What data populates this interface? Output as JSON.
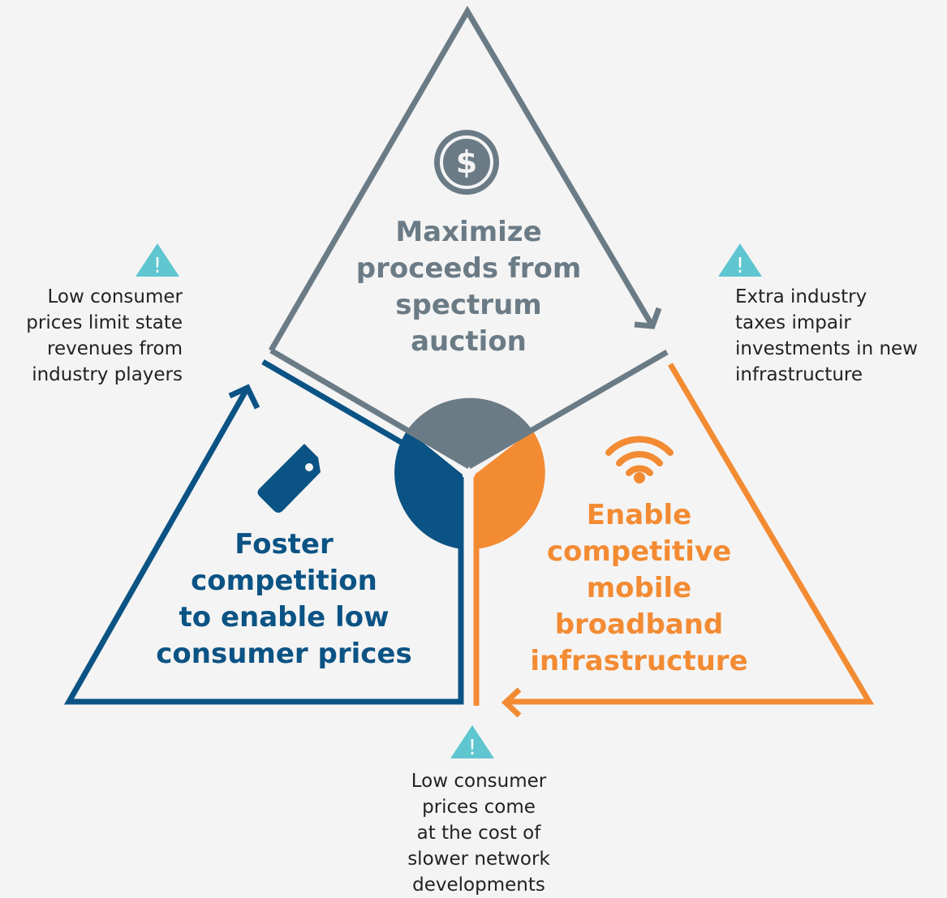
{
  "colors": {
    "background": "#f4f4f4",
    "gray": "#6b7b86",
    "blue": "#0b5384",
    "orange": "#f38b33",
    "warning_teal": "#5fc6d0",
    "text": "#222222"
  },
  "objectives": [
    {
      "id": "top",
      "color": "gray",
      "icon": "dollar-icon",
      "lines": [
        "Maximize",
        "proceeds from",
        "spectrum",
        "auction"
      ]
    },
    {
      "id": "left",
      "color": "blue",
      "icon": "price-tag-icon",
      "lines": [
        "Foster",
        "competition",
        "to enable low",
        "consumer prices"
      ]
    },
    {
      "id": "right",
      "color": "orange",
      "icon": "wifi-icon",
      "lines": [
        "Enable",
        "competitive",
        "mobile",
        "broadband",
        "infrastructure"
      ]
    }
  ],
  "warnings": [
    {
      "id": "left",
      "icon": "warning-icon",
      "lines": [
        "Low consumer",
        "prices limit state",
        "revenues from",
        "industry players"
      ]
    },
    {
      "id": "right",
      "icon": "warning-icon",
      "lines": [
        "Extra industry",
        "taxes impair",
        "investments in new",
        "infrastructure"
      ]
    },
    {
      "id": "bottom",
      "icon": "warning-icon",
      "lines": [
        "Low consumer",
        "prices come",
        "at the cost of",
        "slower network",
        "developments"
      ]
    }
  ]
}
